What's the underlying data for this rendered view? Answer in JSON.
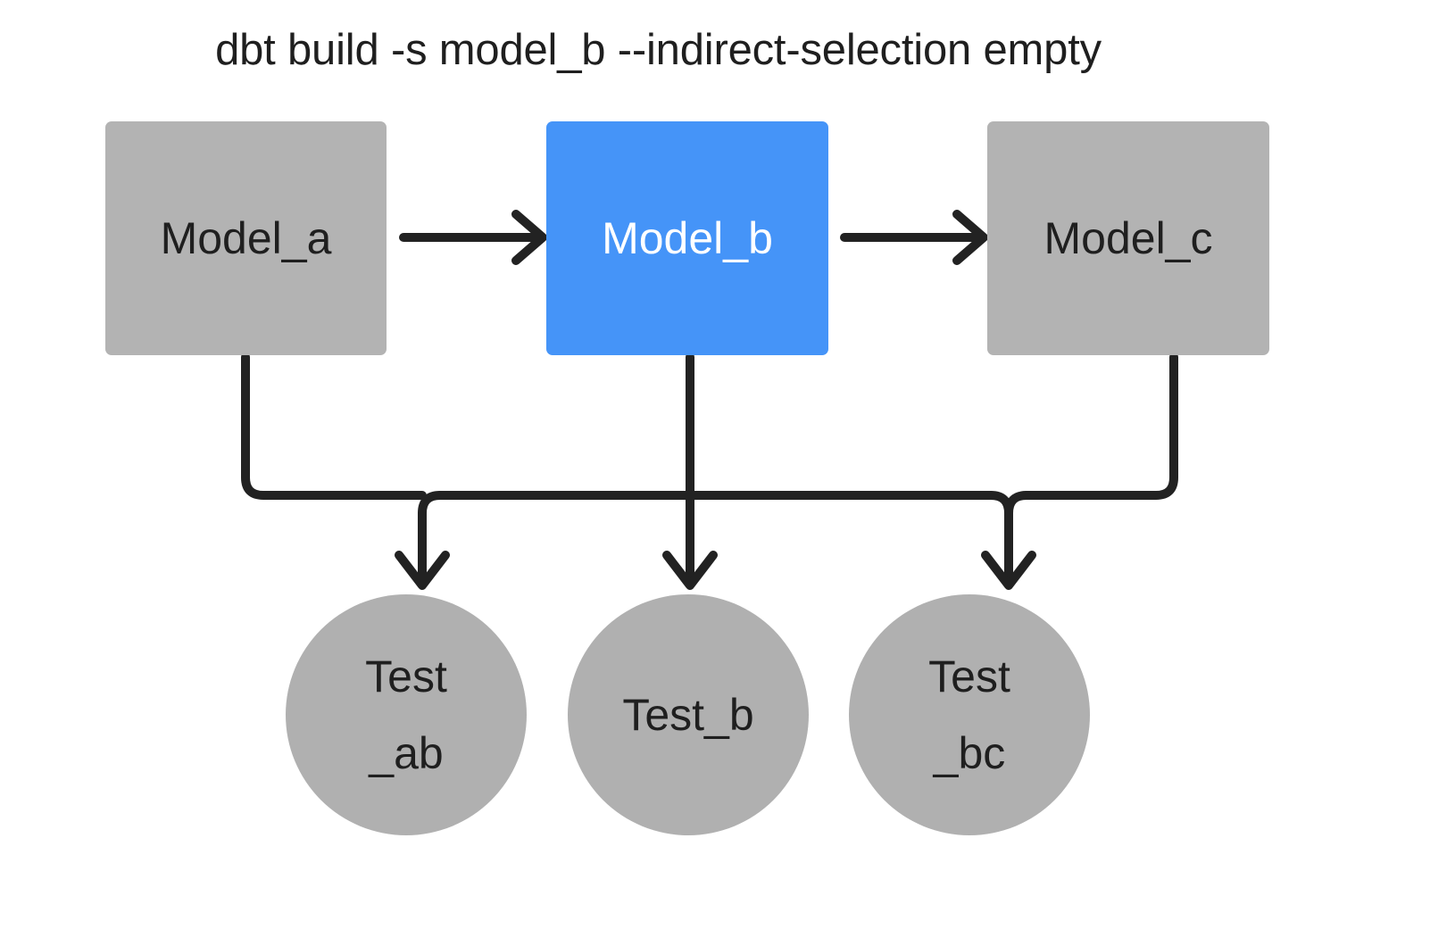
{
  "diagram": {
    "title": "dbt build -s model_b --indirect-selection empty",
    "background_color": "#ffffff",
    "edge_color": "#222222",
    "node_gray": "#b3b3b3",
    "node_selected_blue": "#4594f8",
    "nodes": [
      {
        "id": "model_a",
        "label": "Model_a",
        "shape": "rectangle",
        "fill": "#b3b3b3",
        "text_color": "#1f1f1f",
        "selected": false
      },
      {
        "id": "model_b",
        "label": "Model_b",
        "shape": "rectangle",
        "fill": "#4594f8",
        "text_color": "#ffffff",
        "selected": true
      },
      {
        "id": "model_c",
        "label": "Model_c",
        "shape": "rectangle",
        "fill": "#b3b3b3",
        "text_color": "#1f1f1f",
        "selected": false
      },
      {
        "id": "test_ab",
        "label": "Test\n_ab",
        "shape": "circle",
        "fill": "#b0b0b0",
        "text_color": "#1f1f1f",
        "selected": false
      },
      {
        "id": "test_b",
        "label": "Test_b",
        "shape": "circle",
        "fill": "#b0b0b0",
        "text_color": "#1f1f1f",
        "selected": false
      },
      {
        "id": "test_bc",
        "label": "Test\n_bc",
        "shape": "circle",
        "fill": "#b0b0b0",
        "text_color": "#1f1f1f",
        "selected": false
      }
    ],
    "edges": [
      {
        "from": "model_a",
        "to": "model_b",
        "style": "straight-horizontal-arrow"
      },
      {
        "from": "model_b",
        "to": "model_c",
        "style": "straight-horizontal-arrow"
      },
      {
        "from": "model_a",
        "to": "test_ab",
        "style": "orthogonal-elbow-arrow"
      },
      {
        "from": "model_b",
        "to": "test_ab",
        "style": "orthogonal-elbow-arrow"
      },
      {
        "from": "model_b",
        "to": "test_b",
        "style": "straight-vertical-arrow"
      },
      {
        "from": "model_b",
        "to": "test_bc",
        "style": "orthogonal-elbow-arrow"
      },
      {
        "from": "model_c",
        "to": "test_bc",
        "style": "orthogonal-elbow-arrow"
      }
    ]
  }
}
